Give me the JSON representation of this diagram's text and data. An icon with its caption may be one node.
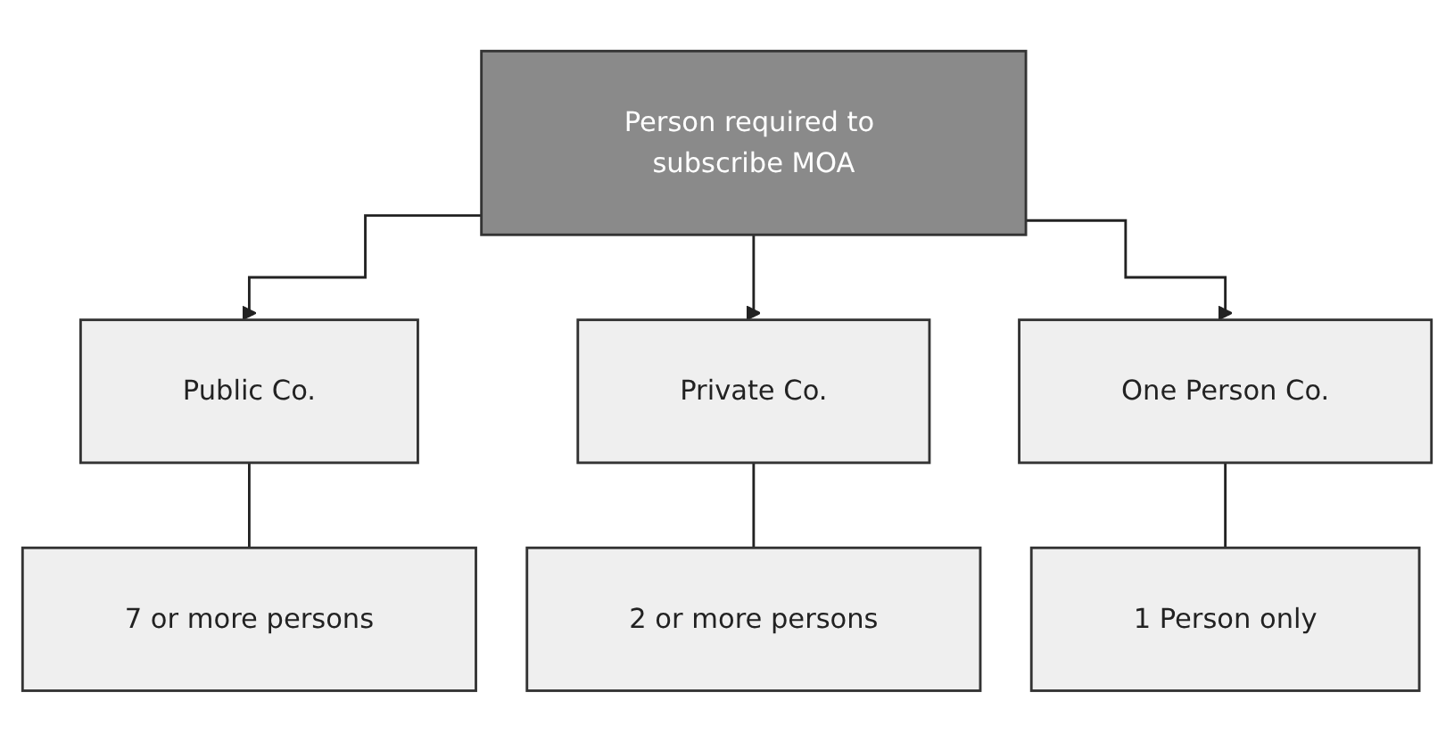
{
  "diagram": {
    "nodes": [
      {
        "text": [
          "Person required to subscribe MOA"
        ]
      },
      {
        "text": [
          "Public Co."
        ]
      },
      {
        "text": [
          "Private Co."
        ]
      },
      {
        "text": [
          "One Person Co."
        ]
      },
      {
        "text": [
          "7 or more persons"
        ]
      },
      {
        "text": [
          "2 or more persons"
        ]
      },
      {
        "text": [
          "1 Person only"
        ]
      }
    ],
    "edges": [
      {
        "from": 0,
        "to": 1,
        "arrow": "to"
      },
      {
        "from": 0,
        "to": 2,
        "arrow": "to"
      },
      {
        "from": 0,
        "to": 3,
        "arrow": "to"
      },
      {
        "from": 1,
        "to": 4,
        "arrow": "none"
      },
      {
        "from": 2,
        "to": 5,
        "arrow": "none"
      },
      {
        "from": 3,
        "to": 6,
        "arrow": "none"
      }
    ]
  }
}
